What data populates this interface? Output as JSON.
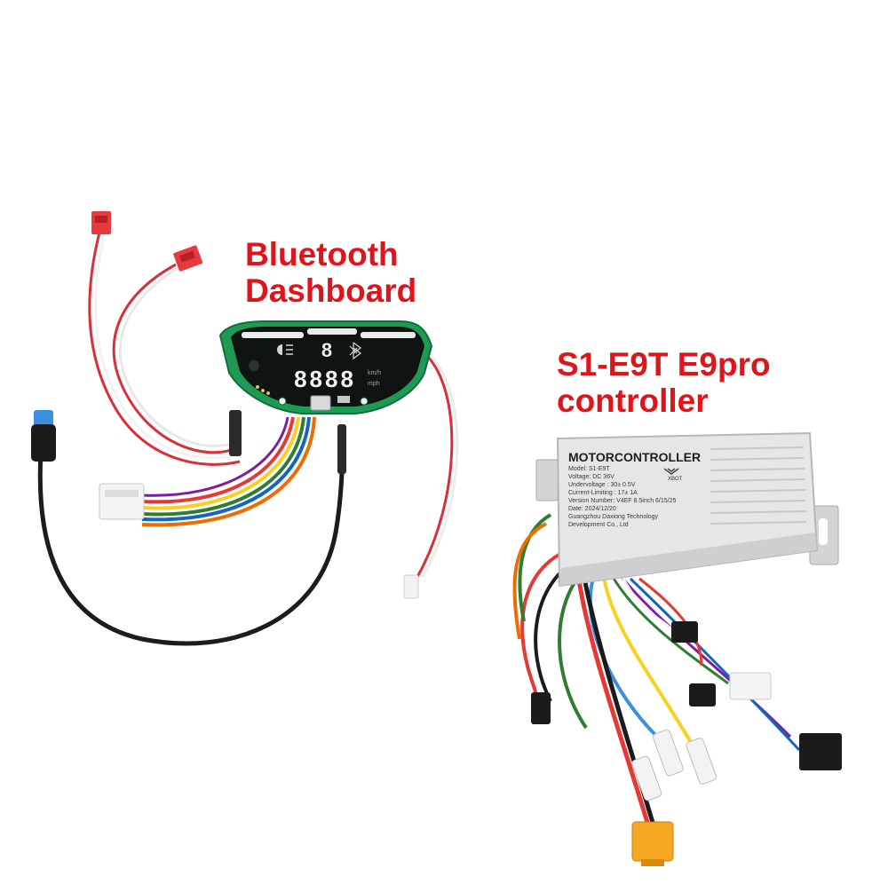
{
  "captions": {
    "dashboard": [
      "Bluetooth",
      "Dashboard"
    ],
    "controller": [
      "S1-E9T E9pro",
      "controller"
    ]
  },
  "dashboard_display": {
    "gear_digit": "8",
    "speed_digits": "8888",
    "unit_top": "km/h",
    "unit_bottom": "mph"
  },
  "controller_label": {
    "title": "MOTORCONTROLLER",
    "brand": "XBOT",
    "lines": [
      "Model: S1-E9T",
      "Voltage:  DC 36V",
      "Undervoltage : 30± 0.5V",
      "Current-Limiting : 17± 1A",
      "Version Number: V4EF  8.5inch 6/15/25",
      "Date:   2024/12/20",
      "Guangzhou Daxiong Technology",
      "Development Co., Ltd"
    ]
  },
  "colors": {
    "caption": "#e0141b",
    "dashboard_pcb": "#1f9a55",
    "controller_case": "#e6e6e8",
    "connector_orange": "#f5a623"
  }
}
